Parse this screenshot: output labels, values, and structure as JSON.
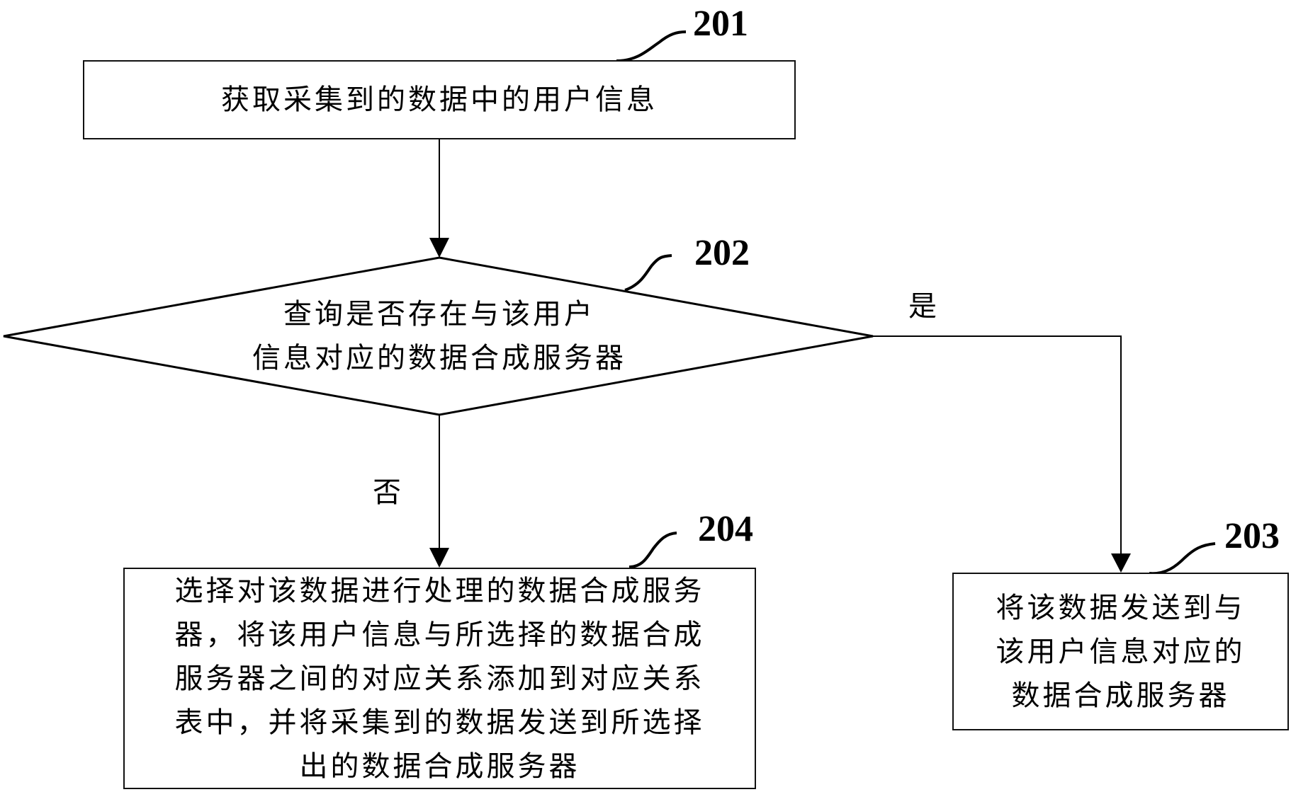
{
  "diagram": {
    "type": "flowchart",
    "nodes": [
      {
        "id": "201",
        "shape": "process",
        "ref": "201",
        "lines": [
          "获取采集到的数据中的用户信息"
        ]
      },
      {
        "id": "202",
        "shape": "decision",
        "ref": "202",
        "lines": [
          "查询是否存在与该用户",
          "信息对应的数据合成服务器"
        ]
      },
      {
        "id": "203",
        "shape": "process",
        "ref": "203",
        "lines": [
          "将该数据发送到与",
          "该用户信息对应的",
          "数据合成服务器"
        ]
      },
      {
        "id": "204",
        "shape": "process",
        "ref": "204",
        "lines": [
          "选择对该数据进行处理的数据合成服务",
          "器，将该用户信息与所选择的数据合成",
          "服务器之间的对应关系添加到对应关系",
          "表中，并将采集到的数据发送到所选择",
          "出的数据合成服务器"
        ]
      }
    ],
    "edges": [
      {
        "from": "201",
        "to": "202",
        "label": ""
      },
      {
        "from": "202",
        "to": "203",
        "label": "是"
      },
      {
        "from": "202",
        "to": "204",
        "label": "否"
      }
    ]
  }
}
